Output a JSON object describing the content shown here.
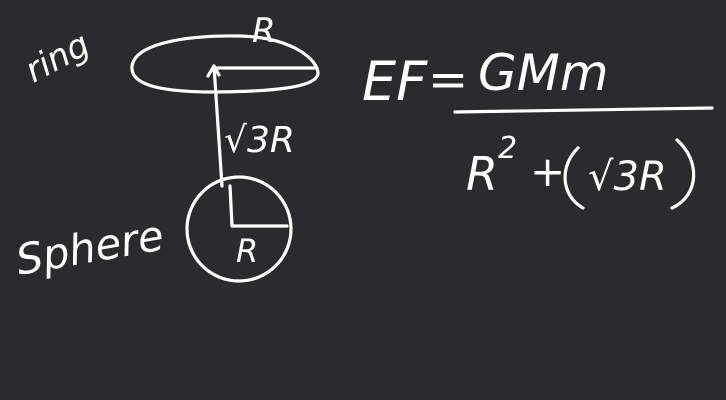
{
  "canvas": {
    "background": "#2b2b2d",
    "ink_color": "#ffffff"
  },
  "annotations": {
    "ring_label": "ring",
    "ring_radius_label": "R",
    "distance_label": "√3R",
    "sphere_label": "Sphere",
    "sphere_radius_label": "R"
  },
  "equation": {
    "lhs": "EF",
    "equals": "=",
    "numerator": "GMm",
    "denominator_base": "R",
    "denominator_exp": "2",
    "plus": "+",
    "denominator_paren_term": "(√3R)"
  }
}
